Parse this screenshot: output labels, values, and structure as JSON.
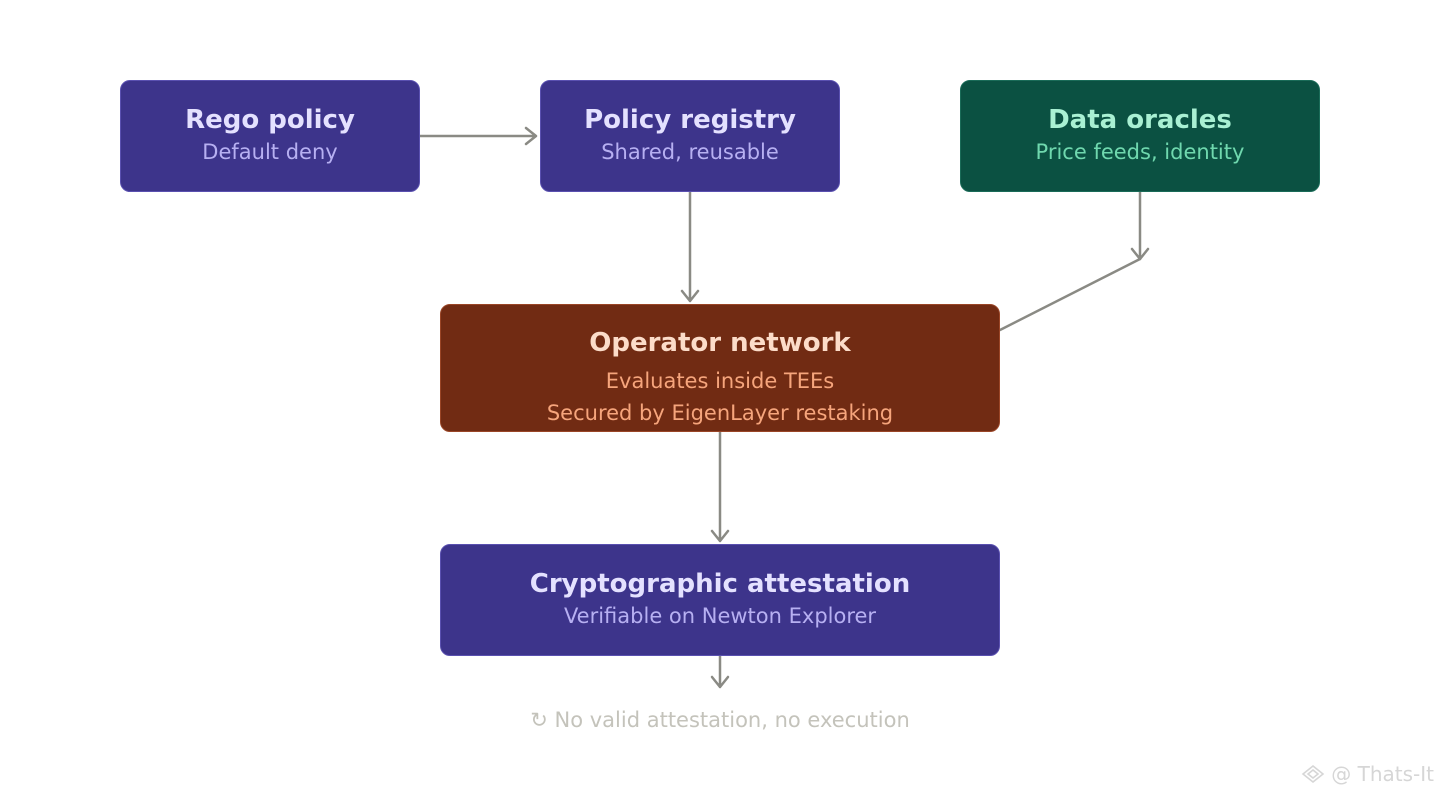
{
  "nodes": {
    "rego": {
      "title": "Rego policy",
      "sub": "Default deny"
    },
    "registry": {
      "title": "Policy registry",
      "sub": "Shared, reusable"
    },
    "oracles": {
      "title": "Data oracles",
      "sub": "Price feeds, identity"
    },
    "operator": {
      "title": "Operator network",
      "sub1": "Evaluates inside TEEs",
      "sub2": "Secured by EigenLayer restaking"
    },
    "attest": {
      "title": "Cryptographic attestation",
      "sub": "Verifiable on Newton Explorer"
    }
  },
  "footnote": {
    "icon": "↻",
    "text": "No valid attestation, no execution"
  },
  "watermark": {
    "icon": "logo-icon",
    "text": "@ Thats-It"
  },
  "colors": {
    "purple": "#3d348b",
    "green": "#0b5142",
    "brown": "#712b13",
    "connector": "#8a8a84"
  }
}
